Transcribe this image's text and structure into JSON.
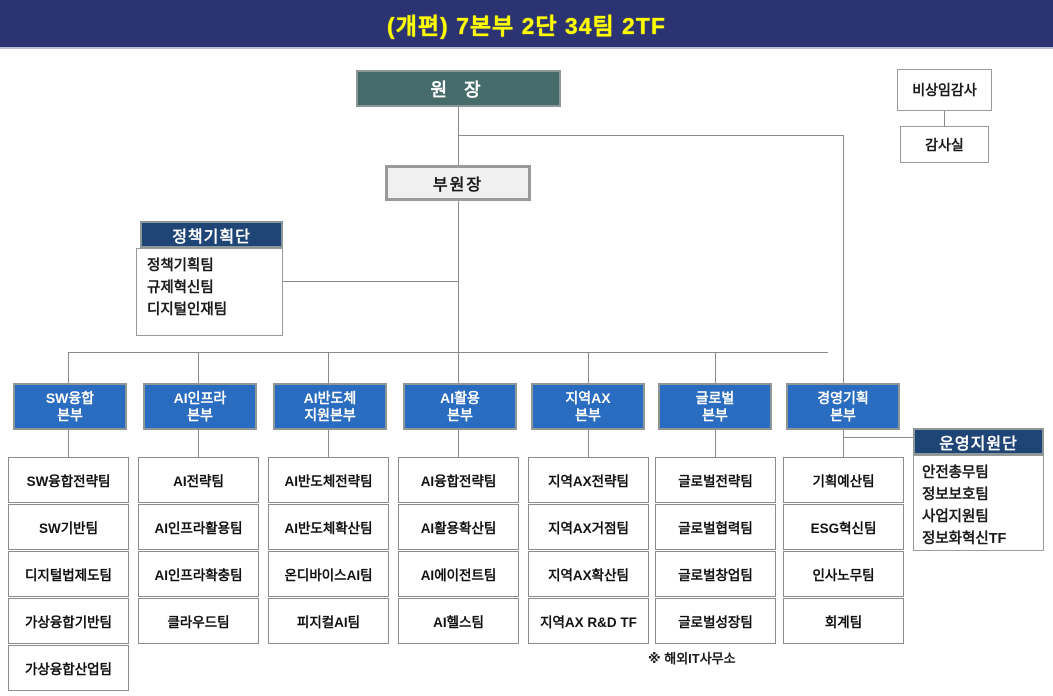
{
  "header": {
    "title": "(개편) 7본부 2단 34팀 2TF",
    "bg": "#2b3372",
    "fg": "#ffff00"
  },
  "top": {
    "director": "원 장",
    "deputy": "부원장",
    "auditor": "비상임감사",
    "audit_office": "감사실"
  },
  "groups": [
    {
      "name": "policy-planning-group",
      "title": "정책기획단",
      "teams": [
        "정책기획팀",
        "규제혁신팀",
        "디지털인재팀"
      ]
    },
    {
      "name": "operations-support-group",
      "title": "운영지원단",
      "teams": [
        "안전총무팀",
        "정보보호팀",
        "사업지원팀",
        "정보화혁신TF"
      ]
    }
  ],
  "divisions": [
    {
      "name": "sw-convergence",
      "title_line1": "SW융합",
      "title_line2": "본부",
      "teams": [
        "SW융합전략팀",
        "SW기반팀",
        "디지털법제도팀",
        "가상융합기반팀",
        "가상융합산업팀"
      ]
    },
    {
      "name": "ai-infra",
      "title_line1": "AI인프라",
      "title_line2": "본부",
      "teams": [
        "AI전략팀",
        "AI인프라활용팀",
        "AI인프라확충팀",
        "클라우드팀"
      ]
    },
    {
      "name": "ai-semiconductor-support",
      "title_line1": "AI반도체",
      "title_line2": "지원본부",
      "teams": [
        "AI반도체전략팀",
        "AI반도체확산팀",
        "온디바이스AI팀",
        "피지컬AI팀"
      ]
    },
    {
      "name": "ai-utilization",
      "title_line1": "AI활용",
      "title_line2": "본부",
      "teams": [
        "AI융합전략팀",
        "AI활용확산팀",
        "AI에이전트팀",
        "AI헬스팀"
      ]
    },
    {
      "name": "regional-ax",
      "title_line1": "지역AX",
      "title_line2": "본부",
      "teams": [
        "지역AX전략팀",
        "지역AX거점팀",
        "지역AX확산팀",
        "지역AX R&D TF"
      ]
    },
    {
      "name": "global",
      "title_line1": "글로벌",
      "title_line2": "본부",
      "teams": [
        "글로벌전략팀",
        "글로벌협력팀",
        "글로벌창업팀",
        "글로벌성장팀"
      ]
    },
    {
      "name": "management-planning",
      "title_line1": "경영기획",
      "title_line2": "본부",
      "teams": [
        "기획예산팀",
        "ESG혁신팀",
        "인사노무팀",
        "회계팀"
      ]
    }
  ],
  "notes": {
    "overseas_it_office": "※ 해외IT사무소"
  }
}
